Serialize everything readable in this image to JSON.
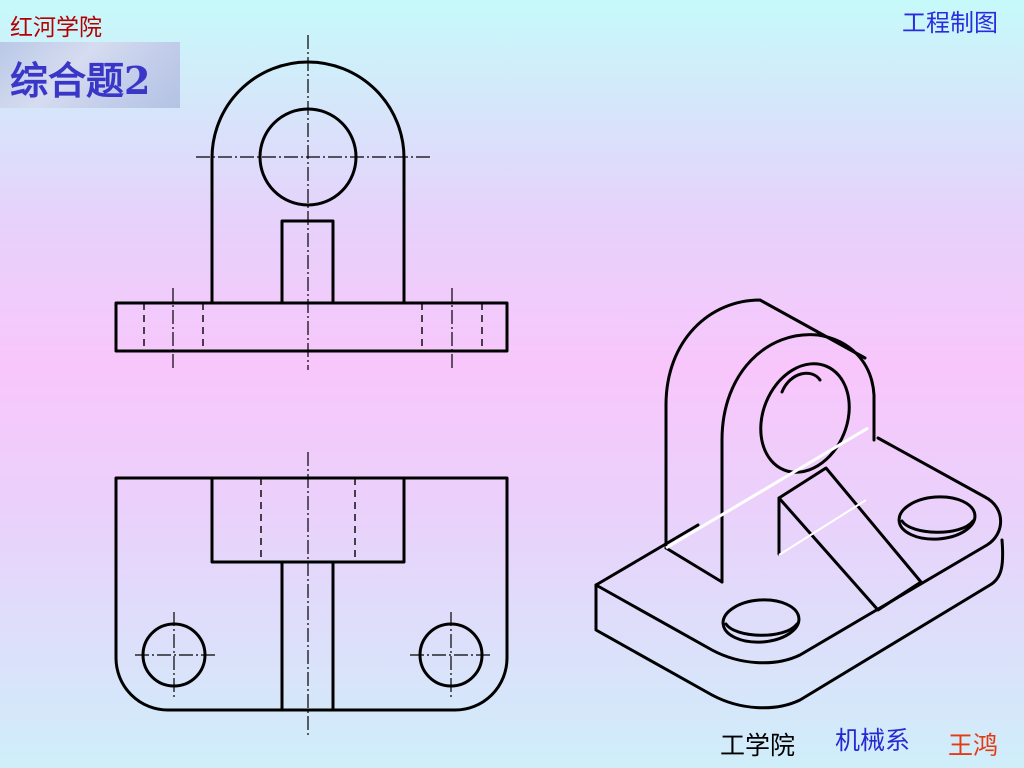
{
  "header": {
    "school": "红河学院",
    "title": "综合题2",
    "course": "工程制图"
  },
  "footer": {
    "college": "工学院",
    "department": "机械系",
    "author": "王鸿"
  },
  "colors": {
    "school": "#b40000",
    "title": "#3a36c8",
    "course": "#2b2be0",
    "department": "#2828d0",
    "author": "#e43a10"
  }
}
